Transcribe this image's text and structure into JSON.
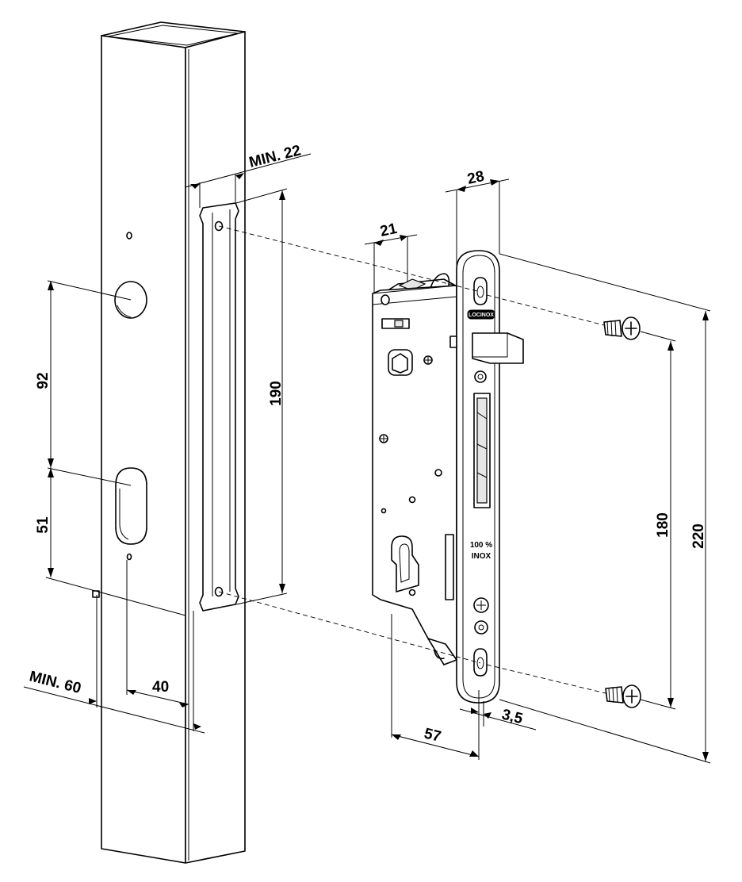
{
  "dimensions": {
    "min_22": "MIN. 22",
    "d190": "190",
    "d92": "92",
    "d51": "51",
    "min_60": "MIN. 60",
    "d40": "40",
    "d28": "28",
    "d21": "21",
    "d180": "180",
    "d220": "220",
    "d57": "57",
    "d3_5": "3,5"
  },
  "lock_markings": {
    "brand": "LOCINOX",
    "material_line1": "100 %",
    "material_line2": "INOX"
  }
}
